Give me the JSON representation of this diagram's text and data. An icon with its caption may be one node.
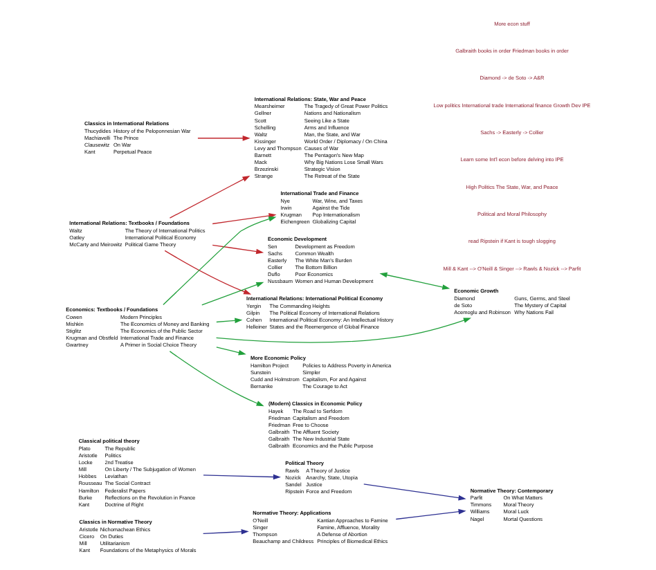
{
  "diagram": {
    "nodes": [
      {
        "text": [
          "Classical political theory",
          "Plato",
          "The Republic",
          "Aristotle",
          "Politics",
          "Locke",
          "2nd Treatise",
          "Mill",
          "On Liberty / The Subjugation of Women",
          "Hobbes",
          "Leviathan",
          "Rousseau",
          "The Social Contract",
          "Hamilton",
          "Federalist Papers",
          "Burke",
          "Reflections on the Revolution in France",
          "Kant",
          "Doctrine of Right"
        ]
      },
      {
        "text": [
          "Political Theory",
          "Rawls",
          "A Theory of Justice",
          "Nozick",
          "Anarchy, State, Utopia",
          "Sandel",
          "Justice",
          "Ripstein",
          "Force and Freedom"
        ]
      },
      {
        "text": [
          "Classics in Normative Theory",
          "Aristotle",
          "Nichomachean Ethics",
          "Cicero",
          "On Duties",
          "Mill",
          "Utilitarianism",
          "Kant",
          "Foundations of the Metaphysics of Morals"
        ]
      },
      {
        "text": [
          "Normative Theory: Applications",
          "O'Neill",
          "Kantian Approaches to Famine",
          "Singer",
          "Famine, Affluence, Morality",
          "Thompson",
          "A Defense of Abortion",
          "Beauchamp and Childress",
          "Principles of Biomedical Ethics"
        ]
      },
      {
        "text": [
          "Normative Theory: Contemporary",
          "Parfit",
          "On What Matters",
          "Timmons",
          "Moral Theory",
          "Williams",
          "Moral Luck",
          "Nagel",
          "Mortal Questions"
        ]
      },
      {
        "text": [
          "Classics in International Relations",
          "Thucydides",
          "History of the Peloponnesian War",
          "Machiavelli",
          "The Prince",
          "Clausewitz",
          "On War",
          "Kant",
          "Perpetual Peace"
        ]
      },
      {
        "text": [
          "International Relations: State, War and Peace",
          "Mearsheimer",
          "The Tragedy of Great Power Politics",
          "Gellner",
          "Nations and Nationalism",
          "Scott",
          "Seeing Like a State",
          "Schelling",
          "Arms and Influence",
          "Waltz",
          "Man, the State, and War",
          "Kissinger",
          "World Order / Diplomacy / On China",
          "Levy and Thompson",
          "Causes of War",
          "Barnett",
          "The Pentagon's New Map",
          "Mack",
          "Why Big Nations Lose Small Wars",
          "Brzezinski",
          "Strategic Vision",
          "Strange",
          "The Retreat of the State"
        ]
      },
      {
        "text": [
          "International Relations: Textbooks / Foundations",
          "Waltz",
          "The Theory of International Politics",
          "Oatley",
          "International Political Economy",
          "McCarty and Meirowitz",
          "Political Game Theory"
        ]
      },
      {
        "text": [
          "International Relations: International Political Economy",
          "Yergin",
          "The Commanding Heights",
          "Gilpin",
          "The Political Economy of International Relations",
          "Cohen",
          "International Political Economy: An Intellectual History",
          "Helleiner",
          "States and the Reemergence of Global Finance"
        ]
      },
      {
        "text": [
          "International Trade and Finance",
          "Nye",
          "War, Wine, and Taxes",
          "Irwin",
          "Against the Tide",
          "Krugman",
          "Pop Internationalism",
          "Eichengreen",
          "Globalizing Capital"
        ]
      },
      {
        "text": [
          "Economics: Textbooks / Foundations",
          "Cowen",
          "Modern Principles",
          "Mishkin",
          "The Economics of Money and Banking",
          "Stiglitz",
          "The Economics of the Public Sector",
          "Krugman and Obstfeld",
          "International Trade and Finance",
          "Gwartney",
          "A Primer in Social Choice Theory"
        ]
      },
      {
        "text": [
          "Economic Development",
          "Sen",
          "Development as Freedom",
          "Sachs",
          "Common Wealth",
          "Easterly",
          "The White Man's Burden",
          "Collier",
          "The Bottom Billion",
          "Duflo",
          "Poor Economics",
          "Nussbaum",
          "Women and Human Development"
        ]
      },
      {
        "text": [
          "Economic Growth",
          "Diamond",
          "Guns, Germs, and Steel",
          "de Soto",
          "The Mystery of Capital",
          "Acemoglu and Robinson",
          "Why Nations Fail"
        ]
      },
      {
        "text": [
          "(Modern) Classics in Economic Policy",
          "Hayek",
          "The Road to Serfdom",
          "Friedman",
          "Capitalism and Freedom",
          "Friedman",
          "Free to Choose",
          "Galbraith",
          "The Affluent Society",
          "Galbraith",
          "The New Industrial State",
          "Galbraith",
          "Economics and the Public Purpose"
        ]
      },
      {
        "text": [
          "More Economic Policy",
          "Hamilton Project",
          "Policies to Address Poverty in America",
          "Sunstein",
          "Simpler",
          "Cudd and Holmstrom",
          "Capitalism, For and Against",
          "Bernanke",
          "The Courage to Act"
        ]
      }
    ],
    "edges": [
      {
        "from": 0,
        "to": 1,
        "arrow": "to",
        "color": "#2e3192"
      },
      {
        "from": 2,
        "to": 3,
        "arrow": "to",
        "color": "#2e3192"
      },
      {
        "from": 1,
        "to": 4,
        "arrow": "to",
        "color": "#2e3192"
      },
      {
        "from": 3,
        "to": 4,
        "arrow": "to",
        "color": "#2e3192"
      },
      {
        "from": 5,
        "to": 6,
        "arrow": "to",
        "color": "#c1272d"
      },
      {
        "from": 7,
        "to": 6,
        "arrow": "to",
        "color": "#c1272d"
      },
      {
        "from": 7,
        "to": 8,
        "arrow": "to",
        "color": "#c1272d"
      },
      {
        "from": 7,
        "to": 9,
        "arrow": "to",
        "color": "#c1272d"
      },
      {
        "from": 7,
        "to": 11,
        "arrow": "to",
        "color": "#c1272d"
      },
      {
        "from": 10,
        "to": 8,
        "arrow": "to",
        "color": "#22a03c"
      },
      {
        "from": 10,
        "to": 9,
        "arrow": "to",
        "color": "#22a03c"
      },
      {
        "from": 10,
        "to": 11,
        "arrow": "to",
        "color": "#22a03c"
      },
      {
        "from": 10,
        "to": 12,
        "arrow": "to",
        "color": "#22a03c"
      },
      {
        "from": 10,
        "to": 13,
        "arrow": "to",
        "color": "#22a03c"
      },
      {
        "from": 10,
        "to": 14,
        "arrow": "to",
        "color": "#22a03c"
      },
      {
        "from": 11,
        "to": 12,
        "arrow": "both",
        "color": "#22a03c"
      }
    ],
    "labels": [
      "Mill & Kant --> O'Neill & Singer --> Rawls & Nozick --> Parfit",
      "read Ripstein if Kant is tough slogging",
      "Political and Moral Philosophy",
      "High Politics The State, War, and Peace",
      "Learn some Int'l econ before delving into IPE",
      "Sachs -> Easterly -> Collier",
      "Low politics International trade International finance Growth Dev IPE",
      "Diamond -> de Soto -> A&R",
      "Galbraith books in order Friedman books in order",
      "More econ stuff"
    ]
  }
}
